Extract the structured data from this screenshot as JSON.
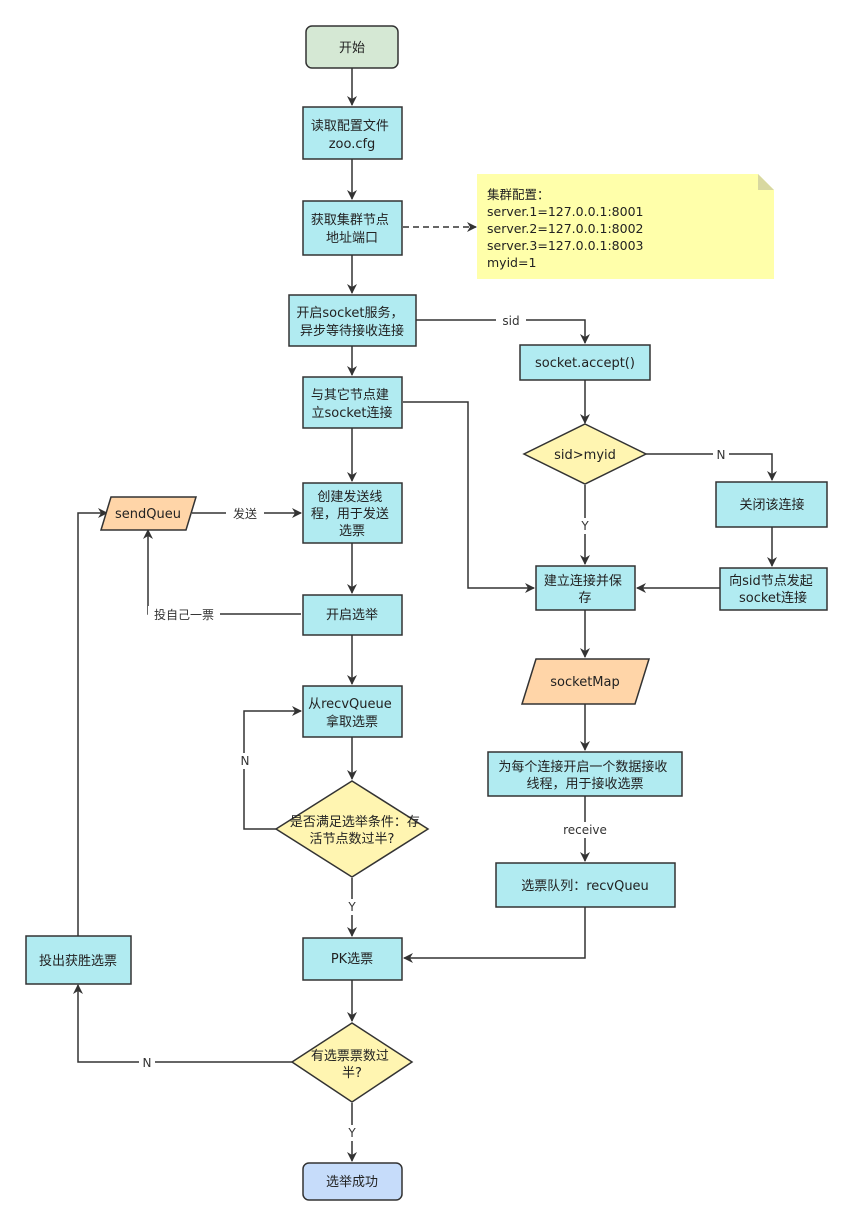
{
  "colors": {
    "process_fill": "#b1ebf1",
    "start_fill": "#d5e8d4",
    "end_fill": "#c6dcfa",
    "decision_fill": "#fff5b1",
    "data_fill": "#ffd5a8",
    "note_fill": "#ffffaa",
    "stroke": "#333333"
  },
  "nodes": {
    "start": "开始",
    "read_config": [
      "读取配置文件",
      "zoo.cfg"
    ],
    "get_cluster": [
      "获取集群节点",
      "地址端口"
    ],
    "open_socket": [
      "开启socket服务，",
      "异步等待接收连接"
    ],
    "connect_others": [
      "与其它节点建",
      "立socket连接"
    ],
    "create_send_thread": [
      "创建发送线",
      "程，用于发送",
      "选票"
    ],
    "send_queue": "sendQueu",
    "start_election": "开启选举",
    "take_vote": [
      "从recvQueue",
      "拿取选票"
    ],
    "check_condition": [
      "是否满足选举条件：存",
      "活节点数过半?"
    ],
    "pk_vote": "PK选票",
    "over_half": [
      "有选票票数过",
      "半?"
    ],
    "success": "选举成功",
    "cast_winner": "投出获胜选票",
    "socket_accept": "socket.accept()",
    "sid_check": "sid>myid",
    "close_conn": "关闭该连接",
    "connect_sid": [
      "向sid节点发起",
      "socket连接"
    ],
    "build_save": [
      "建立连接并保",
      "存"
    ],
    "socket_map": "socketMap",
    "recv_thread": [
      "为每个连接开启一个数据接收",
      "线程，用于接收选票"
    ],
    "recv_queue": "选票队列：recvQueu"
  },
  "note": {
    "lines": [
      "集群配置：",
      "server.1=127.0.0.1:8001",
      "server.2=127.0.0.1:8002",
      "server.3=127.0.0.1:8003",
      "myid=1"
    ]
  },
  "edge_labels": {
    "send": "发送",
    "vote_self": "投自己一票",
    "sid": "sid",
    "n": "N",
    "y": "Y",
    "receive": "receive"
  }
}
